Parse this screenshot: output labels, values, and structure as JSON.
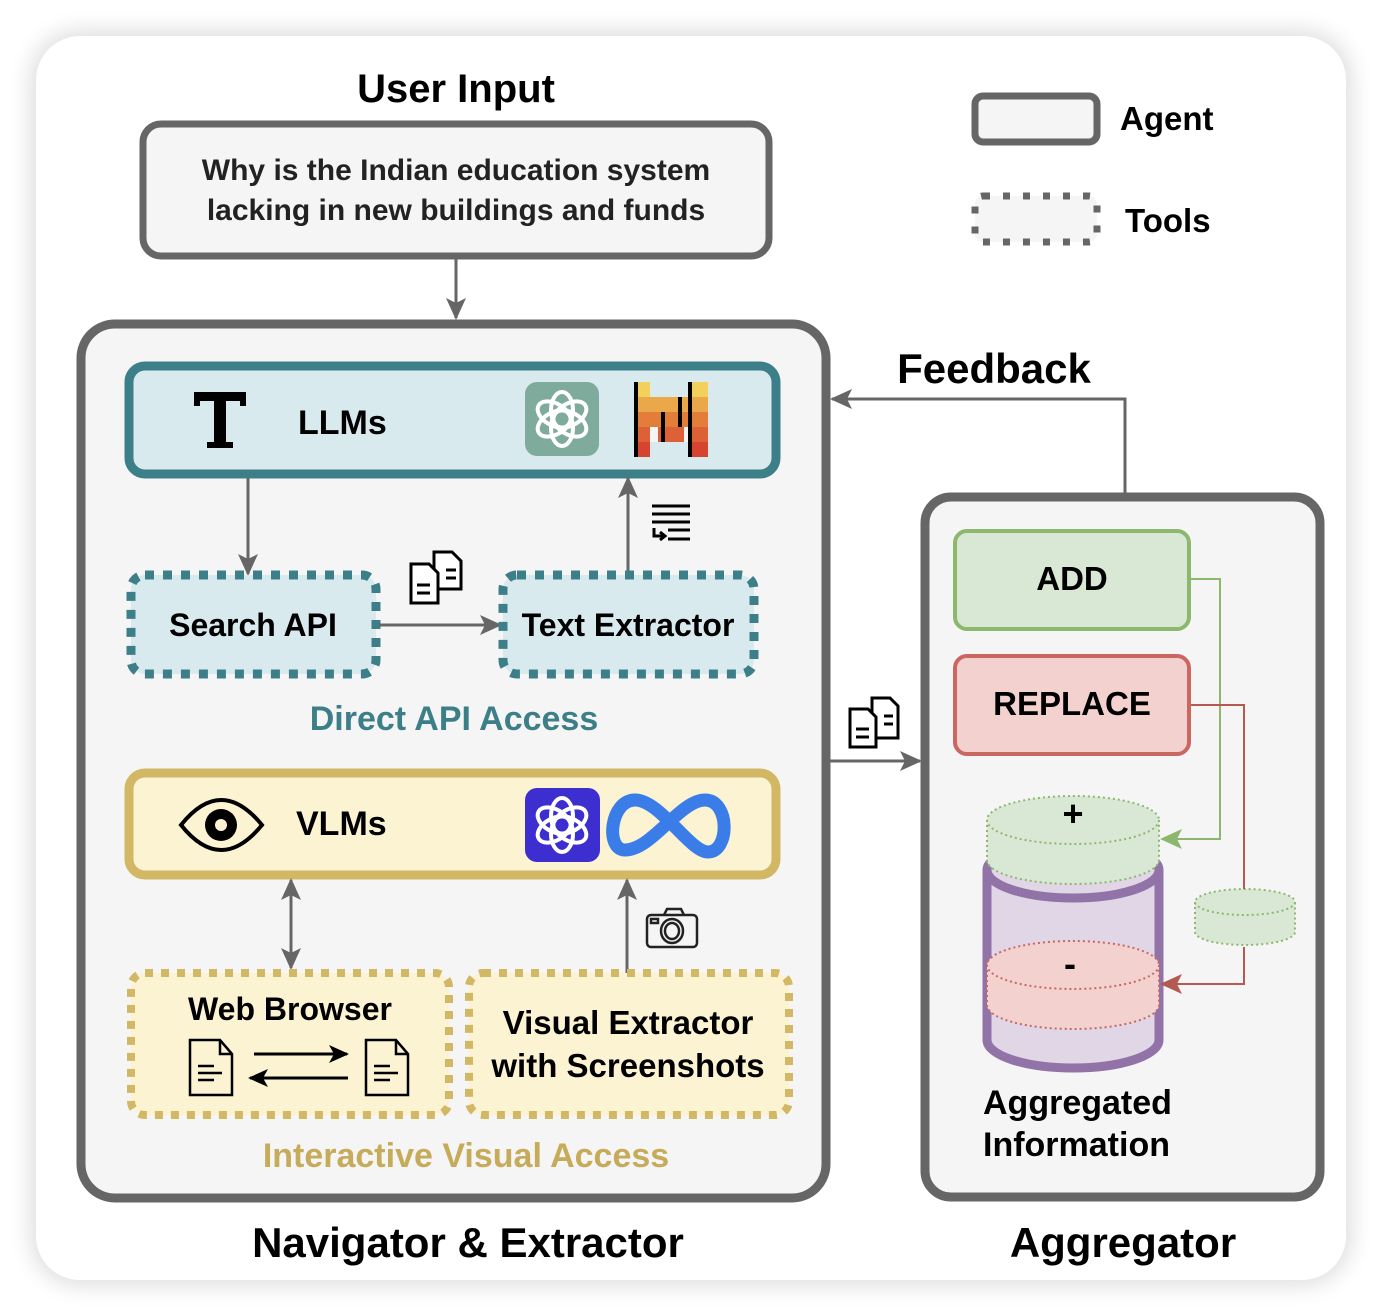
{
  "title": {
    "user_input": "User Input",
    "feedback": "Feedback",
    "navigator": "Navigator & Extractor",
    "aggregator": "Aggregator"
  },
  "user_query": {
    "line1": "Why is the Indian education system",
    "line2": "lacking in new buildings and funds"
  },
  "legend": {
    "agent": "Agent",
    "tools": "Tools"
  },
  "navigator": {
    "llms": {
      "label": "LLMs",
      "icons": [
        "text-t-icon",
        "openai-icon",
        "mistral-icon"
      ]
    },
    "search_api": "Search API",
    "text_extractor": "Text Extractor",
    "direct_group": "Direct API Access",
    "vlms": {
      "label": "VLMs",
      "icons": [
        "eye-icon",
        "openai-icon",
        "meta-icon"
      ]
    },
    "web_browser": "Web Browser",
    "visual_extractor": {
      "line1": "Visual Extractor",
      "line2": "with Screenshots"
    },
    "interactive_group": "Interactive Visual Access"
  },
  "aggregator": {
    "add": "ADD",
    "replace": "REPLACE",
    "plus": "+",
    "minus": "-",
    "info_line1": "Aggregated",
    "info_line2": "Information"
  },
  "colors": {
    "gray_stroke": "#666666",
    "panel_fill": "#f5f5f5",
    "teal": "#3d7f88",
    "teal_fill": "#d9eaee",
    "gold": "#d2b865",
    "gold_fill": "#fcf3d3",
    "gold_text": "#c6ab5a",
    "green": "#8cb86e",
    "green_fill": "#d9e8d5",
    "red": "#c96760",
    "red_fill": "#f3d1cf",
    "purple": "#9173a8",
    "purple_fill": "#e1d6e6",
    "openai_teal": "#7fab9c",
    "openai_purple": "#3d2ed0",
    "meta_blue": "#3b7de8"
  }
}
